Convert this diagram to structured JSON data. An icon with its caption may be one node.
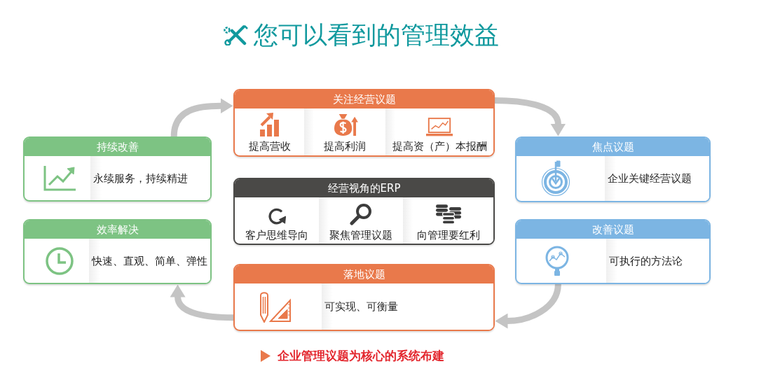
{
  "diagram": {
    "title": "您可以看到的管理效益",
    "caption": "企业管理议题为核心的系统布建",
    "nodes": [
      {
        "text": [
          "关注经营议题",
          "提高营收",
          "提高利润",
          "提高资（产）本报酬"
        ]
      },
      {
        "text": [
          "持续改善",
          "永续服务，持续精进"
        ]
      },
      {
        "text": [
          "焦点议题",
          "企业关键经营议题"
        ]
      },
      {
        "text": [
          "经营视角的ERP",
          "客户思维导向",
          "聚焦管理议题",
          "向管理要红利"
        ]
      },
      {
        "text": [
          "效率解决",
          "快速、直观、简单、弹性"
        ]
      },
      {
        "text": [
          "改善议题",
          "可执行的方法论"
        ]
      },
      {
        "text": [
          "落地议题",
          "可实现、可衡量"
        ]
      }
    ],
    "edges": [
      {
        "from": 1,
        "to": 0,
        "arrow": "to"
      },
      {
        "from": 0,
        "to": 2,
        "arrow": "to"
      },
      {
        "from": 5,
        "to": 6,
        "arrow": "to"
      },
      {
        "from": 6,
        "to": 4,
        "arrow": "to"
      }
    ]
  }
}
